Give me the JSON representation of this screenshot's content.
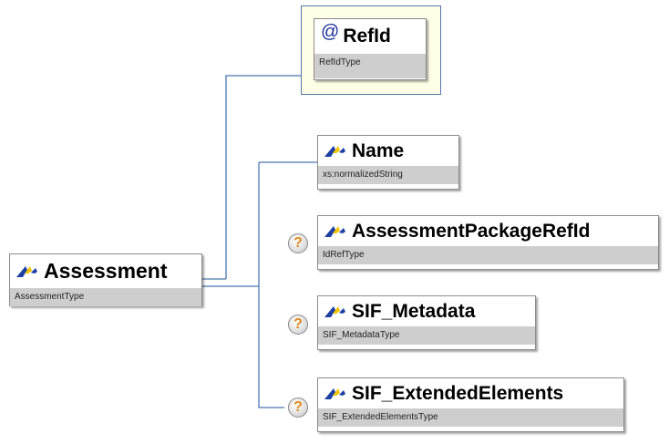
{
  "root": {
    "name": "Assessment",
    "type": "AssessmentType"
  },
  "attribute": {
    "marker": "@",
    "name": "RefId",
    "type": "RefIdType"
  },
  "children": [
    {
      "name": "Name",
      "type": "xs:normalizedString",
      "optional": false
    },
    {
      "name": "AssessmentPackageRefId",
      "type": "IdRefType",
      "optional": true
    },
    {
      "name": "SIF_Metadata",
      "type": "SIF_MetadataType",
      "optional": true
    },
    {
      "name": "SIF_ExtendedElements",
      "type": "SIF_ExtendedElementsType",
      "optional": true
    }
  ],
  "optional_marker": "?",
  "colors": {
    "connector": "#4a78b0",
    "attribute_frame": "#ffffe8",
    "type_band": "#cecece",
    "optional_marker": "#e08a1e"
  }
}
